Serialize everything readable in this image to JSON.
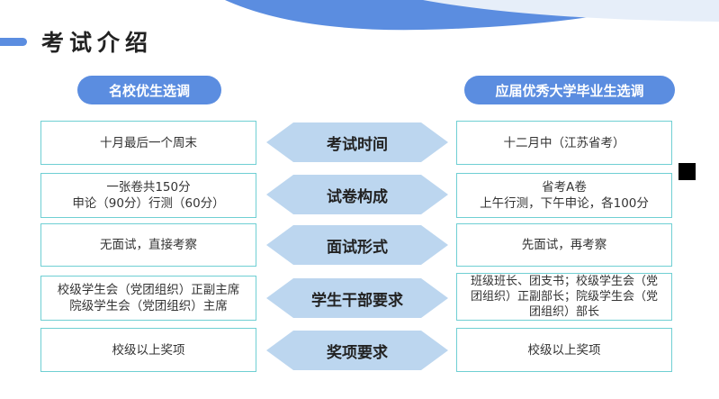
{
  "title": "考试介绍",
  "headers": {
    "left": "名校优生选调",
    "right": "应届优秀大学毕业生选调"
  },
  "rows": [
    {
      "label": "考试时间",
      "left": "十月最后一个周末",
      "right": "十二月中（江苏省考）"
    },
    {
      "label": "试卷构成",
      "left": "一张卷共150分\n申论（90分）行测（60分）",
      "right": "省考A卷\n上午行测，下午申论，各100分"
    },
    {
      "label": "面试形式",
      "left": "无面试，直接考察",
      "right": "先面试，再考察"
    },
    {
      "label": "学生干部要求",
      "left": "校级学生会（党团组织）正副主席\n院级学生会（党团组织）主席",
      "right": "班级班长、团支书；校级学生会（党团组织）正副部长；院级学生会（党团组织）部长"
    },
    {
      "label": "奖项要求",
      "left": "校级以上奖项",
      "right": "校级以上奖项"
    }
  ],
  "colors": {
    "accent": "#5b8de0",
    "box_border": "#6fcfd3",
    "arrow_fill": "#bcd6ef"
  }
}
